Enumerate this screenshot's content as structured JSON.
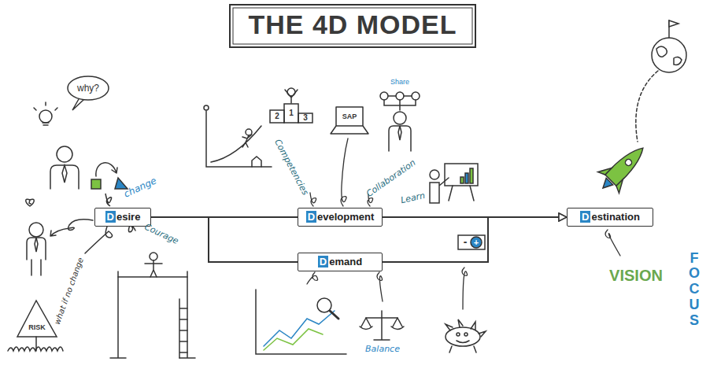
{
  "diagram": {
    "title": "THE 4D MODEL",
    "nodes": [
      {
        "text": [
          "Desire"
        ]
      },
      {
        "text": [
          "Development"
        ]
      },
      {
        "text": [
          "Demand"
        ]
      },
      {
        "text": [
          "Destination"
        ]
      }
    ],
    "edges": [
      {
        "from": 0,
        "to": 1,
        "arrow": "none"
      },
      {
        "from": 0,
        "to": 2,
        "arrow": "none"
      },
      {
        "from": 1,
        "to": 3,
        "arrow": "to"
      },
      {
        "from": 2,
        "to": 3,
        "arrow": "to"
      }
    ],
    "labels": [
      "why?",
      "change",
      "Courage",
      "what if no change",
      "RISK",
      "Competencies",
      "2",
      "1",
      "3",
      "SAP",
      "Share",
      "Collaboration",
      "Learn",
      "Balance",
      "-",
      "+",
      "VISION",
      "FOCUS"
    ]
  }
}
